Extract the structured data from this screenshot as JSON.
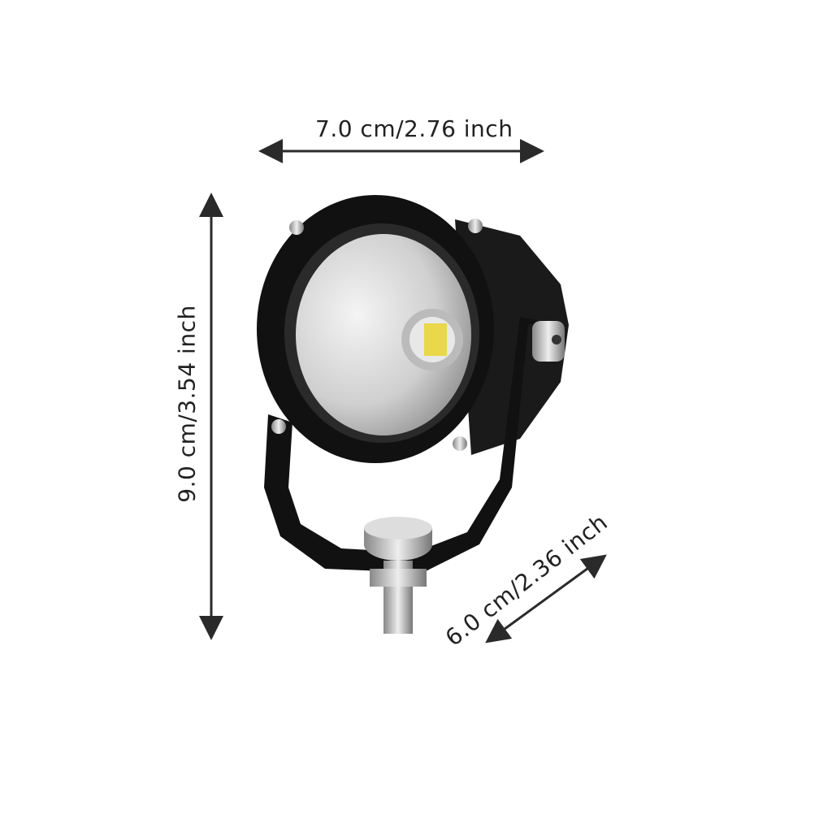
{
  "dimensions": {
    "width_label": "7.0 cm/2.76 inch",
    "height_label": "9.0 cm/3.54 inch",
    "depth_label": "6.0 cm/2.36 inch"
  },
  "colors": {
    "arrow": "#2a2a2a",
    "housing": "#151515",
    "reflector": "#d8d8d8",
    "led": "#e8d84a"
  }
}
